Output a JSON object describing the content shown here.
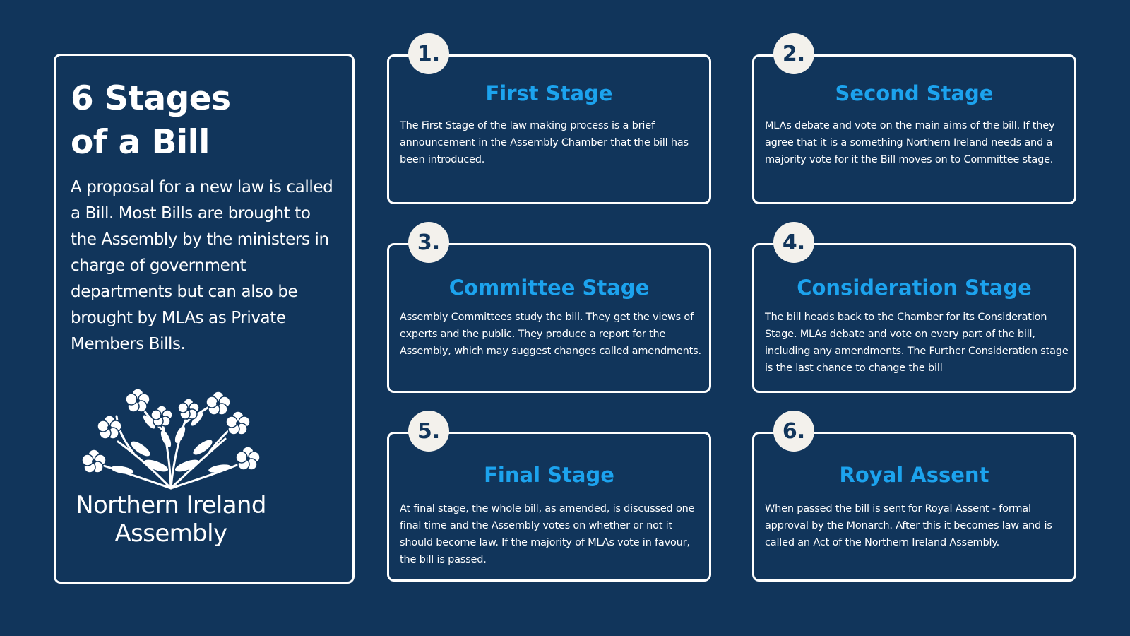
{
  "intro": {
    "title_line1": "6 Stages",
    "title_line2": "of a Bill",
    "text": "A proposal for a new law is called a Bill. Most Bills are brought to the Assembly by the ministers in charge of government departments but can also be brought by MLAs as Private Members Bills."
  },
  "logo": {
    "line1": "Northern Ireland",
    "line2": "Assembly",
    "icon": "flax-flower-emblem-icon"
  },
  "colors": {
    "background": "#11355b",
    "accent": "#1ca3ee",
    "card_border": "#ffffff",
    "number_circle": "#f3f1ec"
  },
  "stages": [
    {
      "number": "1.",
      "title": "First Stage",
      "text": "The First Stage of the law making process is a brief announcement in the Assembly Chamber that the bill has been introduced."
    },
    {
      "number": "2.",
      "title": "Second Stage",
      "text": "MLAs debate and vote on the main aims of the bill. If they agree that it is a something Northern Ireland needs and a majority vote for it the Bill moves on to Committee stage."
    },
    {
      "number": "3.",
      "title": "Committee Stage",
      "text": "Assembly Committees study the bill. They get the views of experts and the public. They produce a report for the Assembly, which may suggest changes called amendments."
    },
    {
      "number": "4.",
      "title": "Consideration Stage",
      "text": "The bill heads back to the Chamber for its Consideration Stage. MLAs debate and vote on every part of the bill, including any amendments. The Further Consideration stage is the last chance to change the bill"
    },
    {
      "number": "5.",
      "title": "Final Stage",
      "text": "At final stage, the whole bill, as amended, is discussed one final time and the Assembly votes on whether or not it should become law. If the majority of MLAs vote in favour, the bill is passed."
    },
    {
      "number": "6.",
      "title": "Royal Assent",
      "text": "When passed the bill is sent for Royal Assent - formal approval by the Monarch. After this it becomes law and is called an Act of the Northern Ireland Assembly."
    }
  ]
}
